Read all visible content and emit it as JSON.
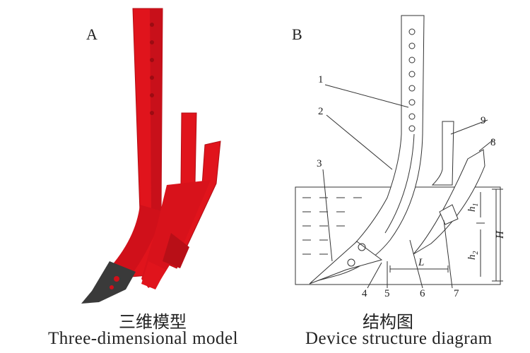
{
  "panel_a": {
    "letter": "A",
    "caption_cn": "三维模型",
    "caption_en": "Three-dimensional model"
  },
  "panel_b": {
    "letter": "B",
    "caption_cn": "结构图",
    "caption_en": "Device structure diagram",
    "part_numbers": [
      "1",
      "2",
      "3",
      "4",
      "5",
      "6",
      "7",
      "8",
      "9"
    ],
    "dimension_labels": {
      "h1": "h",
      "h1_sub": "1",
      "h2": "h",
      "h2_sub": "2",
      "H": "H",
      "L": "L"
    }
  },
  "colors": {
    "model_red": "#e0141c",
    "model_dark": "#3a3a3a",
    "line": "#333333"
  }
}
